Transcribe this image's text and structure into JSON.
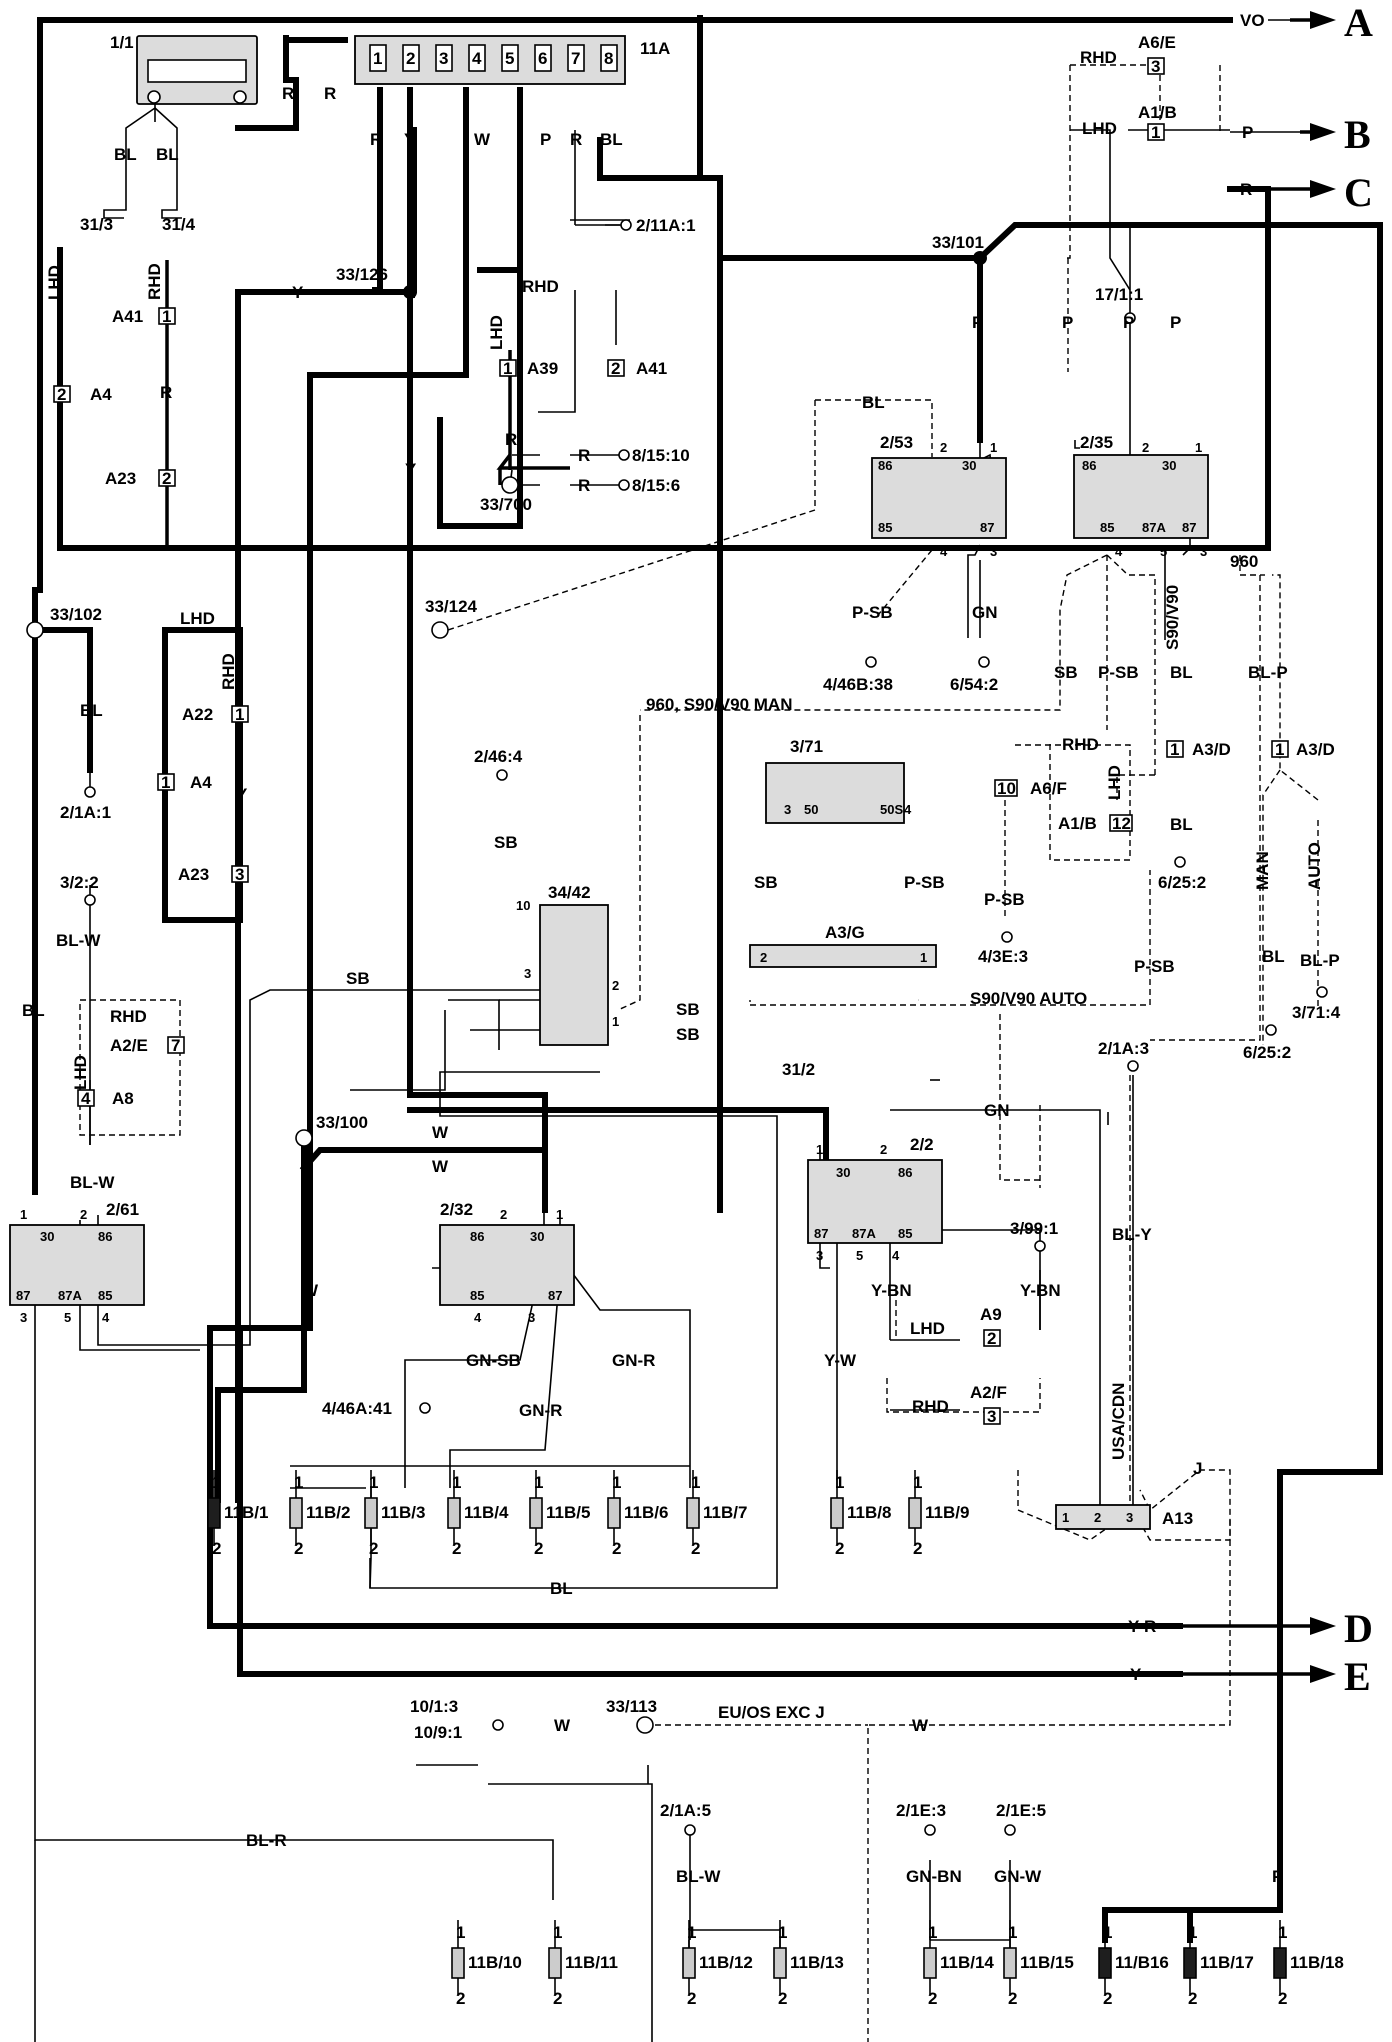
{
  "outputs": [
    {
      "letter": "A",
      "wire": "VO"
    },
    {
      "letter": "B",
      "wire": "P"
    },
    {
      "letter": "C",
      "wire": "R"
    },
    {
      "letter": "D",
      "wire": "Y-R"
    },
    {
      "letter": "E",
      "wire": "Y"
    }
  ],
  "components": {
    "c1_1": "1/1",
    "c11a": "11A",
    "c2_53": "2/53",
    "c2_35": "2/35",
    "c3_71": "3/71",
    "c34_42": "34/42",
    "c2_2": "2/2",
    "c2_61": "2/61",
    "c2_32": "2/32",
    "a13": "A13",
    "a3g": "A3/G",
    "j": "J"
  },
  "splices": {
    "s33_101": "33/101",
    "s33_126": "33/126",
    "s33_700": "33/700",
    "s33_102": "33/102",
    "s33_124": "33/124",
    "s33_100": "33/100",
    "s33_113": "33/113"
  },
  "connections": {
    "t31_3": "31/3",
    "t31_4": "31/4",
    "t2_11a_1": "2/11A:1",
    "t8_15_10": "8/15:10",
    "t8_15_6": "8/15:6",
    "t17_1_1": "17/1:1",
    "t4_46b_38": "4/46B:38",
    "t6_54_2": "6/54:2",
    "t2_1a_1": "2/1A:1",
    "t3_2_2": "3/2:2",
    "t2_46_4": "2/46:4",
    "t6_25_2a": "6/25:2",
    "t4_3e_3": "4/3E:3",
    "t3_71_4": "3/71:4",
    "t6_25_2b": "6/25:2",
    "t31_2": "31/2",
    "t2_1a_3": "2/1A:3",
    "t3_99_1": "3/99:1",
    "t4_46a_41": "4/46A:41",
    "t10_1_3": "10/1:3",
    "t10_9_1": "10/9:1",
    "t2_1a_5": "2/1A:5",
    "t2_1e_3": "2/1E:3",
    "t2_1e_5": "2/1E:5"
  },
  "connectors": {
    "a6e": "A6/E",
    "a6e_pin": "3",
    "a1b": "A1/B",
    "a1b_pin": "1",
    "a41_top": "A41",
    "a41_top_pin": "1",
    "a4_top": "A4",
    "a4_top_pin": "2",
    "a23_top": "A23",
    "a23_top_pin": "2",
    "a39": "A39",
    "a39_pin": "1",
    "a41_mid": "A41",
    "a41_mid_pin": "2",
    "a22": "A22",
    "a22_pin": "1",
    "a4_mid": "A4",
    "a4_mid_pin": "1",
    "a23_mid": "A23",
    "a23_mid_pin": "3",
    "a2e": "A2/E",
    "a2e_pin": "7",
    "a8": "A8",
    "a8_pin": "4",
    "a6f": "A6/F",
    "a6f_pin": "10",
    "a1b_mid": "A1/B",
    "a1b_mid_pin": "12",
    "a3d_1": "A3/D",
    "a3d_1_pin": "1",
    "a3d_2": "A3/D",
    "a3d_2_pin": "1",
    "a9": "A9",
    "a9_pin": "2",
    "a2f": "A2/F",
    "a2f_pin": "3"
  },
  "wire_colors": {
    "bl": "BL",
    "r": "R",
    "y": "Y",
    "w": "W",
    "p": "P",
    "sb": "SB",
    "gn": "GN",
    "psb": "P-SB",
    "blp": "BL-P",
    "blw": "BL-W",
    "gnsb": "GN-SB",
    "gnr": "GN-R",
    "yw": "Y-W",
    "ybn": "Y-BN",
    "bly": "BL-Y",
    "blr": "BL-R",
    "gnbn": "GN-BN",
    "gnw": "GN-W"
  },
  "variants": {
    "lhd": "LHD",
    "rhd": "RHD",
    "man": "MAN",
    "auto": "AUTO",
    "v960": "960",
    "s90v90": "S90/V90",
    "man_group": "960, S90/V90 MAN",
    "auto_group": "S90/V90 AUTO",
    "usa_cdn": "USA/CDN",
    "eu_os": "EU/OS EXC J"
  },
  "fusebox_pins": [
    "1",
    "2",
    "3",
    "4",
    "5",
    "6",
    "7",
    "8"
  ],
  "fuses_row1": [
    "11B/1",
    "11B/2",
    "11B/3",
    "11B/4",
    "11B/5",
    "11B/6",
    "11B/7",
    "11B/8",
    "11B/9"
  ],
  "fuses_row2": [
    "11B/10",
    "11B/11",
    "11B/12",
    "11B/13",
    "11B/14",
    "11B/15",
    "11/B16",
    "11B/17",
    "11B/18"
  ],
  "relay_pins": {
    "p30": "30",
    "p86": "86",
    "p85": "85",
    "p87": "87",
    "p87a": "87A",
    "n1": "1",
    "n2": "2",
    "n3": "3",
    "n4": "4",
    "n5": "5",
    "n10": "10",
    "p50": "50",
    "p50s": "50S"
  }
}
